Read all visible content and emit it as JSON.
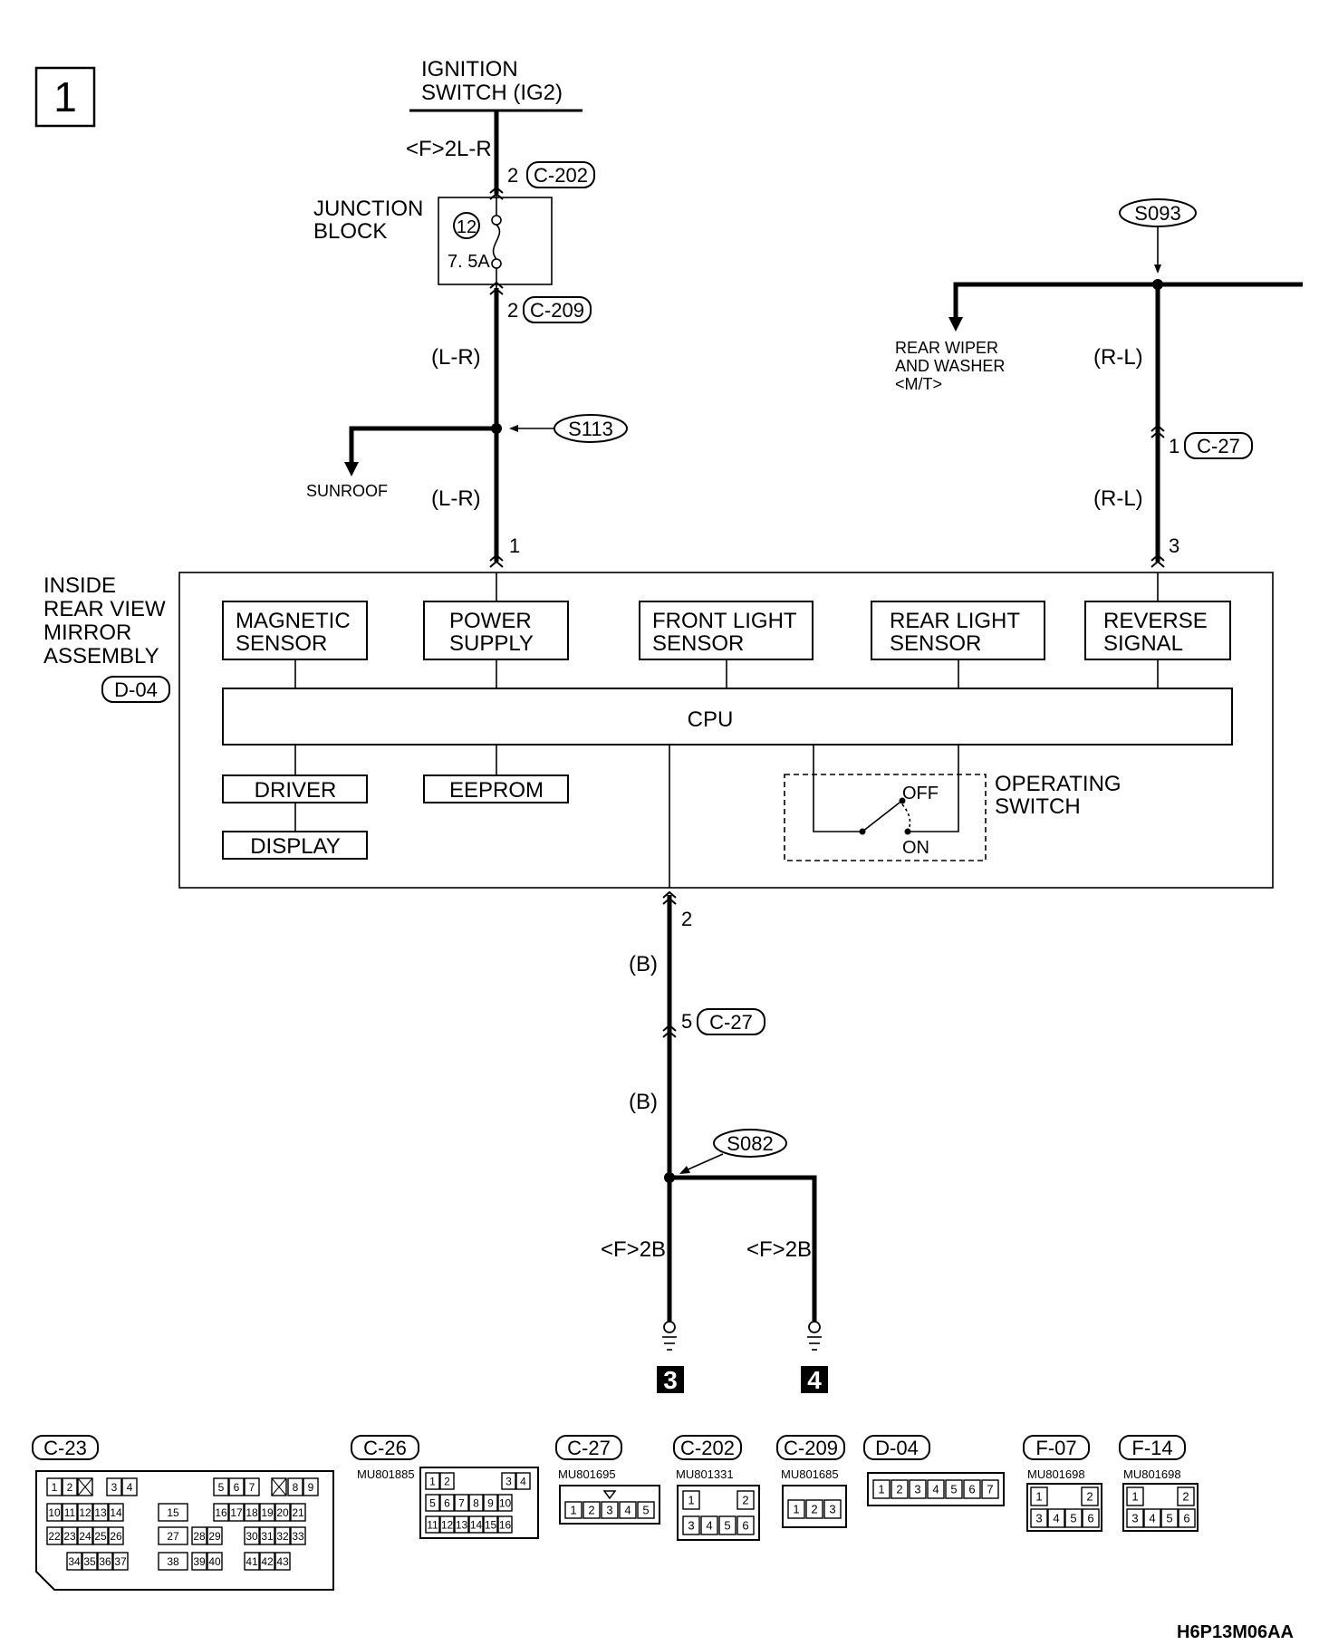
{
  "page_number": "1",
  "ignition": {
    "line1": "IGNITION",
    "line2": "SWITCH (IG2)"
  },
  "wire_labels": {
    "ign_wire": "<F>2L-R",
    "lr_upper": "(L-R)",
    "lr_lower": "(L-R)",
    "rl_upper": "(R-L)",
    "rl_lower": "(R-L)",
    "b_upper": "(B)",
    "b_lower": "(B)",
    "ground_left": "<F>2B",
    "ground_right": "<F>2B"
  },
  "junction_block": {
    "line1": "JUNCTION",
    "line2": "BLOCK",
    "fuse_number": "12",
    "fuse_rating": "7. 5A"
  },
  "connectors": {
    "c202_pin": "2",
    "c202": "C-202",
    "c209_pin": "2",
    "c209": "C-209",
    "c27_top_pin": "1",
    "c27_top": "C-27",
    "c27_bottom_pin": "5",
    "c27_bottom": "C-27",
    "d04": "D-04"
  },
  "splices": {
    "s113": "S113",
    "s093": "S093",
    "s082": "S082"
  },
  "branches": {
    "sunroof": "SUNROOF",
    "rear_wiper_1": "REAR WIPER",
    "rear_wiper_2": "AND WASHER",
    "rear_wiper_3": "<M/T>"
  },
  "mirror": {
    "name_1": "INSIDE",
    "name_2": "REAR VIEW",
    "name_3": "MIRROR",
    "name_4": "ASSEMBLY",
    "pin_1": "1",
    "pin_2": "2",
    "pin_3": "3",
    "blocks": {
      "magnetic_1": "MAGNETIC",
      "magnetic_2": "SENSOR",
      "power_1": "POWER",
      "power_2": "SUPPLY",
      "front_1": "FRONT LIGHT",
      "front_2": "SENSOR",
      "rear_1": "REAR LIGHT",
      "rear_2": "SENSOR",
      "reverse_1": "REVERSE",
      "reverse_2": "SIGNAL",
      "cpu": "CPU",
      "driver": "DRIVER",
      "eeprom": "EEPROM",
      "display": "DISPLAY"
    },
    "switch": {
      "off": "OFF",
      "on": "ON",
      "label_1": "OPERATING",
      "label_2": "SWITCH"
    }
  },
  "ground_refs": {
    "left": "3",
    "right": "4"
  },
  "connector_views": [
    {
      "id": "C-23",
      "part": ""
    },
    {
      "id": "C-26",
      "part": "MU801885"
    },
    {
      "id": "C-27",
      "part": "MU801695"
    },
    {
      "id": "C-202",
      "part": "MU801331"
    },
    {
      "id": "C-209",
      "part": "MU801685"
    },
    {
      "id": "D-04",
      "part": ""
    },
    {
      "id": "F-07",
      "part": "MU801698"
    },
    {
      "id": "F-14",
      "part": "MU801698"
    }
  ],
  "c23_pins": [
    "1",
    "2",
    "3",
    "4",
    "5",
    "6",
    "7",
    "8",
    "9",
    "10",
    "11",
    "12",
    "13",
    "14",
    "15",
    "16",
    "17",
    "18",
    "19",
    "20",
    "21",
    "22",
    "23",
    "24",
    "25",
    "26",
    "27",
    "28",
    "29",
    "30",
    "31",
    "32",
    "33",
    "34",
    "35",
    "36",
    "37",
    "38",
    "39",
    "40",
    "41",
    "42",
    "43"
  ],
  "c26_pins": [
    "1",
    "2",
    "3",
    "4",
    "5",
    "6",
    "7",
    "8",
    "9",
    "10",
    "11",
    "12",
    "13",
    "14",
    "15",
    "16"
  ],
  "c27_pins": [
    "1",
    "2",
    "3",
    "4",
    "5"
  ],
  "c202_pins": [
    "1",
    "2",
    "3",
    "4",
    "5",
    "6"
  ],
  "c209_pins": [
    "1",
    "2",
    "3"
  ],
  "d04_pins": [
    "1",
    "2",
    "3",
    "4",
    "5",
    "6",
    "7"
  ],
  "f07_pins": [
    "1",
    "2",
    "3",
    "4",
    "5",
    "6"
  ],
  "f14_pins": [
    "1",
    "2",
    "3",
    "4",
    "5",
    "6"
  ],
  "figure_code": "H6P13M06AA"
}
